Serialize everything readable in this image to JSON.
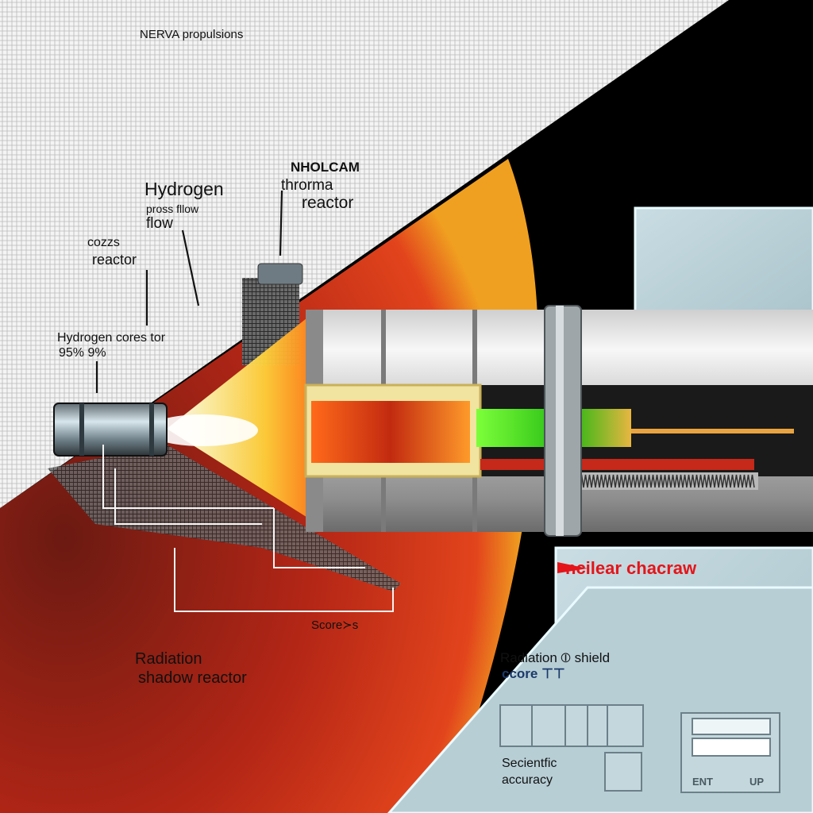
{
  "labels": {
    "nerva": "NERVA propulsions",
    "nholcam": "NHOLCAM",
    "thrormaReactor": [
      "throrma",
      "reactor"
    ],
    "hydrogen": "Hydrogen",
    "prossFlow": [
      "pross fllow",
      "flow"
    ],
    "cozzsReactor": [
      "cozzs",
      "reactor"
    ],
    "hydrogenCores": [
      "Hydrogen  cores tor",
      "95% 9%"
    ],
    "scores": "Score≻s",
    "radiationShadow": [
      "Radiation",
      "shadow reactor"
    ],
    "ncilear": "ncilear chacraw",
    "radShield": "Radiation  ⦶  shield",
    "ccore": "ccore  ⊤⊤",
    "scientific": [
      "Secientfic",
      "accuracy"
    ],
    "ent": "ENT",
    "up": "UP"
  },
  "colors": {
    "paper": "#f2f2f2",
    "space": "#000000",
    "planetRed": "#d8321e",
    "planetDark": "#5a1a10",
    "panel": "#b8cfd6",
    "panelEdge": "#e9fbff",
    "coreRed": "#e03a12",
    "beamGreen": "#38d61e",
    "flameYellow": "#ffe04a",
    "labelRed": "#e4151a"
  },
  "icons": [
    "arrow-icon",
    "shield-symbol-icon",
    "gauge-icon"
  ]
}
